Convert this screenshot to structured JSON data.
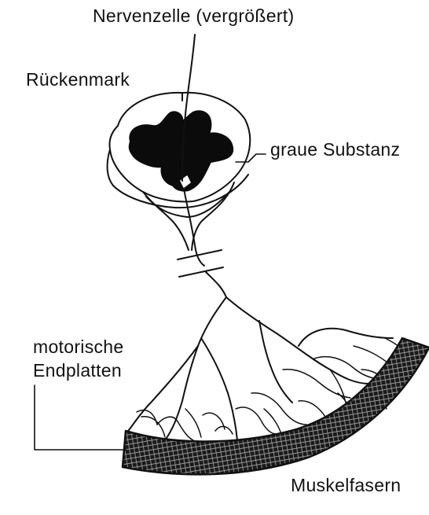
{
  "labels": {
    "title": "Nervenzelle (vergrößert)",
    "spinal_cord": "Rückenmark",
    "grey_matter": "graue Substanz",
    "end_plates_line1": "motorische",
    "end_plates_line2": "Endplatten",
    "muscle_fibers": "Muskelfasern"
  },
  "colors": {
    "ink": "#111111",
    "background": "#ffffff"
  }
}
